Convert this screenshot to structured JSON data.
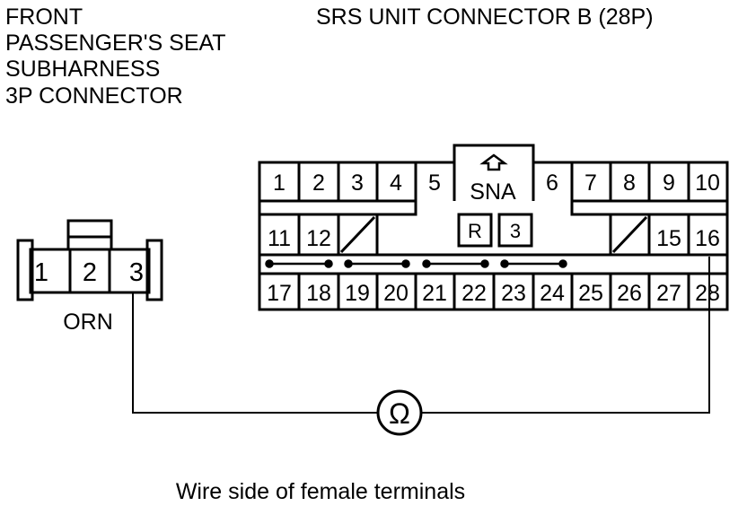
{
  "left_connector_label": [
    "FRONT",
    "PASSENGER'S SEAT",
    "SUBHARNESS",
    "3P CONNECTOR"
  ],
  "right_connector_label": "SRS UNIT CONNECTOR B (28P)",
  "left_connector": {
    "pins": [
      "1",
      "2",
      "3"
    ],
    "wire_color": "ORN"
  },
  "right_connector": {
    "code": "SNA",
    "row1": [
      "1",
      "2",
      "3",
      "4",
      "5",
      "6",
      "7",
      "8",
      "9",
      "10"
    ],
    "row2": [
      "11",
      "12",
      "15",
      "16"
    ],
    "row3": [
      "17",
      "18",
      "19",
      "20",
      "21",
      "22",
      "23",
      "24",
      "25",
      "26",
      "27",
      "28"
    ],
    "boxes": [
      "R",
      "3"
    ]
  },
  "meter_symbol": "Ω",
  "caption": "Wire side of female terminals"
}
